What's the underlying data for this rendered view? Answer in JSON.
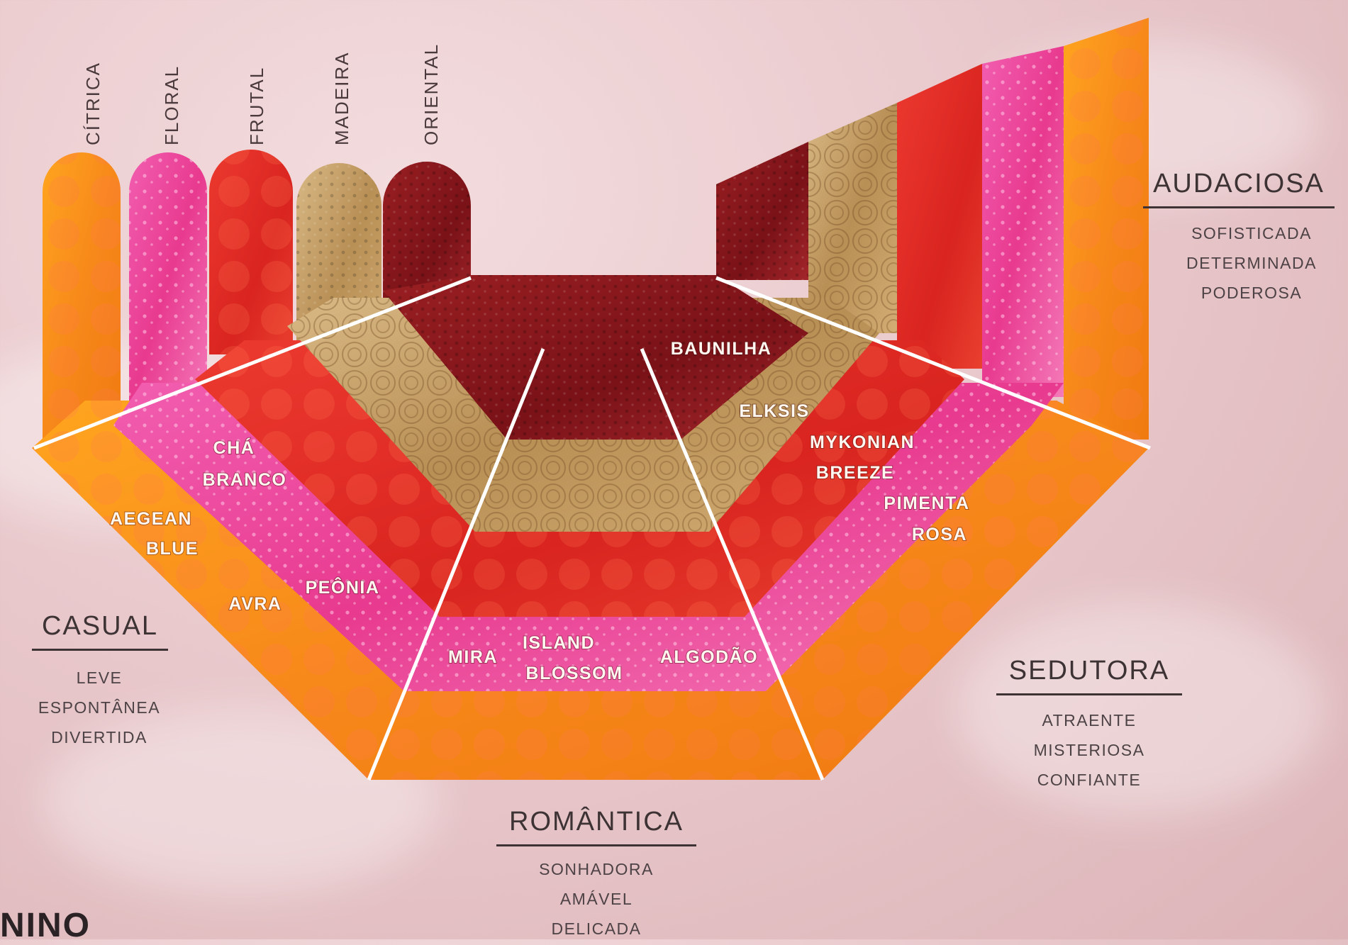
{
  "families": [
    "CÍTRICA",
    "FLORAL",
    "FRUTAL",
    "MADEIRA",
    "ORIENTAL"
  ],
  "categories": {
    "audaciosa": {
      "title": "AUDACIOSA",
      "traits": [
        "SOFISTICADA",
        "DETERMINADA",
        "PODEROSA"
      ]
    },
    "casual": {
      "title": "CASUAL",
      "traits": [
        "LEVE",
        "ESPONTÂNEA",
        "DIVERTIDA"
      ]
    },
    "sedutora": {
      "title": "SEDUTORA",
      "traits": [
        "ATRAENTE",
        "MISTERIOSA",
        "CONFIANTE"
      ]
    },
    "romantica": {
      "title": "ROMÂNTICA",
      "traits": [
        "SONHADORA",
        "AMÁVEL",
        "DELICADA"
      ]
    }
  },
  "fragrances": {
    "cha_branco": [
      "CHÁ",
      "BRANCO"
    ],
    "aegean_blue": [
      "AEGEAN",
      "BLUE"
    ],
    "avra": "AVRA",
    "peonia": "PEÔNIA",
    "mira": "MIRA",
    "island_blossom": [
      "ISLAND",
      "BLOSSOM"
    ],
    "algodao": "ALGODÃO",
    "baunilha": "BAUNILHA",
    "elksis": "ELKSIS",
    "mykonian_breeze": [
      "MYKONIAN",
      "BREEZE"
    ],
    "pimenta_rosa": [
      "PIMENTA",
      "ROSA"
    ]
  },
  "brand_partial": "NINO",
  "colors": {
    "citrica": "#f7941d",
    "floral": "#ee4fa0",
    "frutal": "#e8322c",
    "madeira": "#c9a46a",
    "oriental": "#8e1b1f",
    "text": "#3d3335"
  }
}
